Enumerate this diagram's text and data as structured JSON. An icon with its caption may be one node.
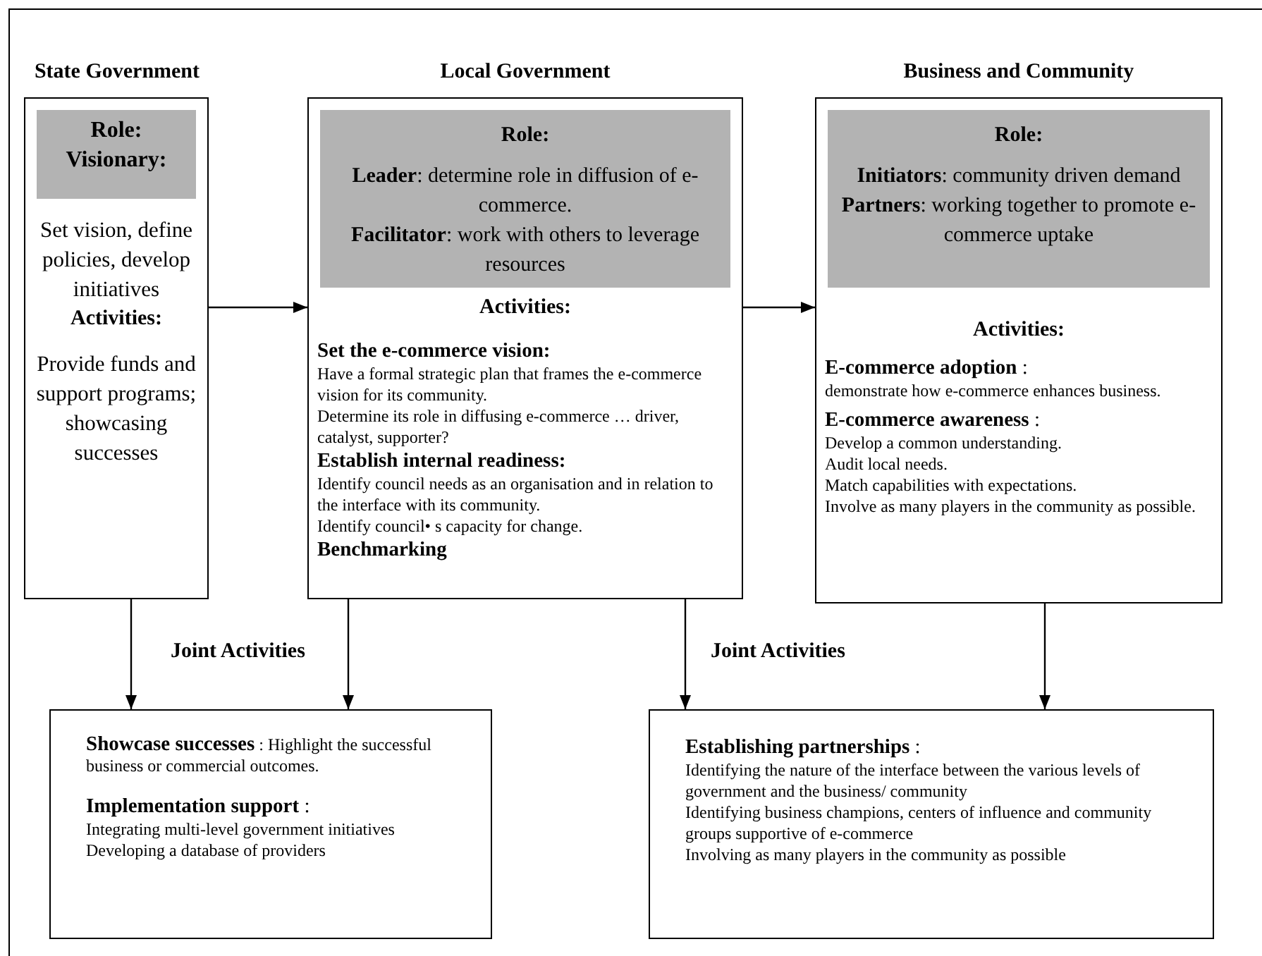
{
  "diagram": {
    "nodes": [
      {
        "text": [
          "State Government",
          "Set vision, define policies, develop initiatives",
          "Activities:",
          "Provide funds and support programs; showcasing successes"
        ]
      },
      {
        "text": [
          "Role: Visionary:"
        ],
        "in": 0
      },
      {
        "text": [
          "Local Government",
          "Activities:",
          "Set the e-commerce vision:",
          "Have a formal strategic plan that frames the e-commerce vision for its community.",
          "Determine its role in diffusing e-commerce … driver, catalyst, supporter?",
          "Establish internal readiness:",
          "Identify council needs as an organisation and in relation to the interface with its community.",
          "Identify council• s capacity for change.",
          "Benchmarking"
        ]
      },
      {
        "text": [
          "Role:",
          "**Leader**: determine role in diffusion of  e-commerce.",
          "**Facilitator**: work with others to leverage resources"
        ],
        "in": 2
      },
      {
        "text": [
          "Business and Community",
          "Activities:",
          "**E-commerce adoption** :",
          "demonstrate how e-commerce enhances business.",
          "**E-commerce awareness** :",
          "Develop a common understanding.",
          "Audit local needs.",
          "Match capabilities with expectations.",
          "Involve as many players in the community as possible."
        ]
      },
      {
        "text": [
          "Role:",
          "**Initiators**: community driven demand",
          "**Partners**: working together to promote e-commerce uptake"
        ],
        "in": 4
      },
      {
        "text": [
          "**Showcase successes** :  Highlight the successful business or commercial outcomes.",
          "**Implementation support** :",
          "Integrating multi-level government initiatives",
          "Developing a database of providers"
        ]
      },
      {
        "text": [
          "**Establishing partnerships** :",
          "Identifying the nature of the interface between the various levels of government and the business/ community",
          "Identifying business champions, centers of influence and community groups supportive of e-commerce",
          "Involving as many players in the community as possible"
        ]
      }
    ],
    "edges": [
      {
        "from": 0,
        "to": 2,
        "arrow": "to"
      },
      {
        "from": 2,
        "to": 4,
        "arrow": "to"
      },
      {
        "from": 0,
        "to": 6,
        "arrow": "to"
      },
      {
        "from": 2,
        "to": 6,
        "arrow": "to"
      },
      {
        "from": 2,
        "to": 7,
        "arrow": "to"
      },
      {
        "from": 4,
        "to": 7,
        "arrow": "to"
      }
    ],
    "labels": [
      "Joint Activities",
      "Joint Activities"
    ]
  }
}
